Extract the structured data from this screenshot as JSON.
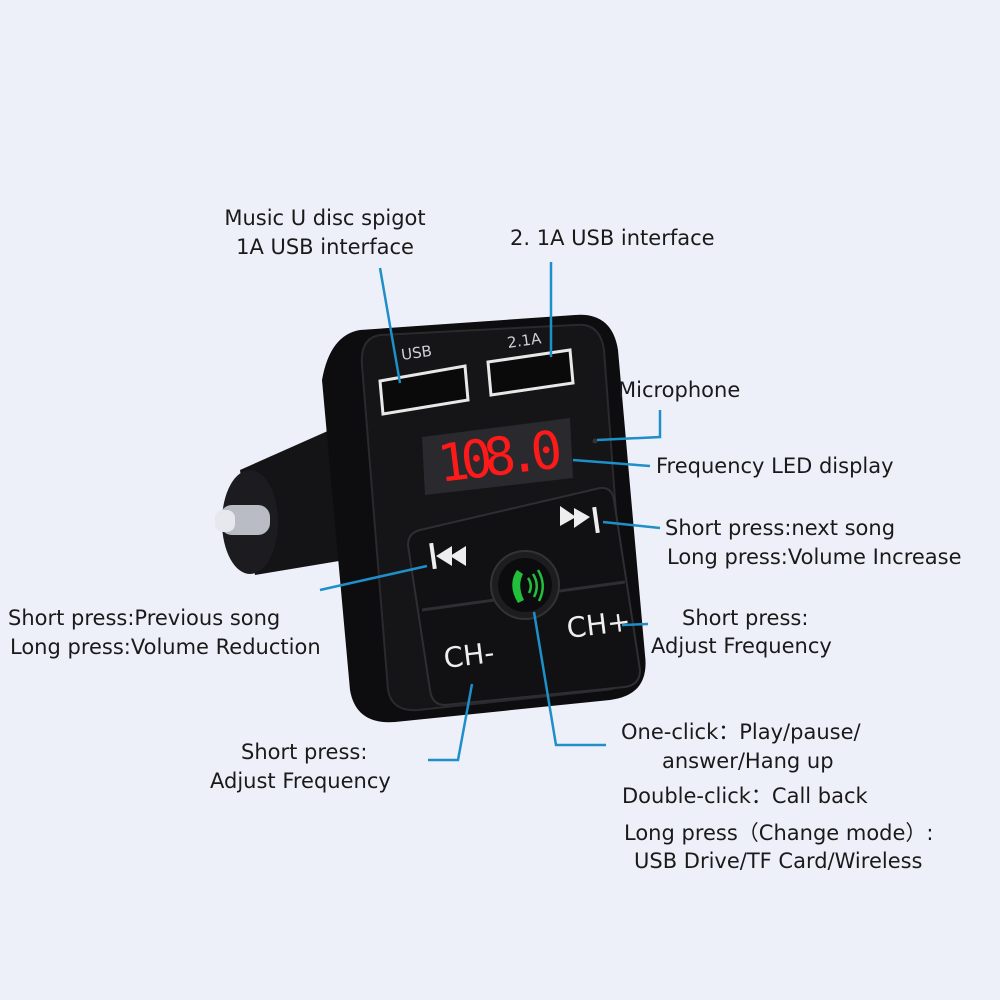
{
  "device": {
    "port1_label": "USB",
    "port2_label": "2.1A",
    "display_value": "108.0",
    "ch_minus": "CH-",
    "ch_plus": "CH+"
  },
  "labels": {
    "usb1_line1": "Music U disc spigot",
    "usb1_line2": "1A USB interface",
    "usb2": "2. 1A  USB interface",
    "microphone": "Microphone",
    "led": "Frequency LED display",
    "next_line1": "Short press:next song",
    "next_line2": "Long press:Volume Increase",
    "prev_line1": "Short press:Previous song",
    "prev_line2": "Long press:Volume Reduction",
    "chplus_line1": "Short press:",
    "chplus_line2": "Adjust Frequency",
    "chminus_line1": "Short press:",
    "chminus_line2": "Adjust Frequency",
    "call_line1": "One-click：Play/pause/",
    "call_line2": "answer/Hang up",
    "call_line3": "Double-click：Call back",
    "call_line4": "Long press（Change mode）:",
    "call_line5": "USB Drive/TF Card/Wireless"
  },
  "colors": {
    "leader": "#1e8fc8",
    "led": "#ff1a1a",
    "call": "#22c03a"
  }
}
